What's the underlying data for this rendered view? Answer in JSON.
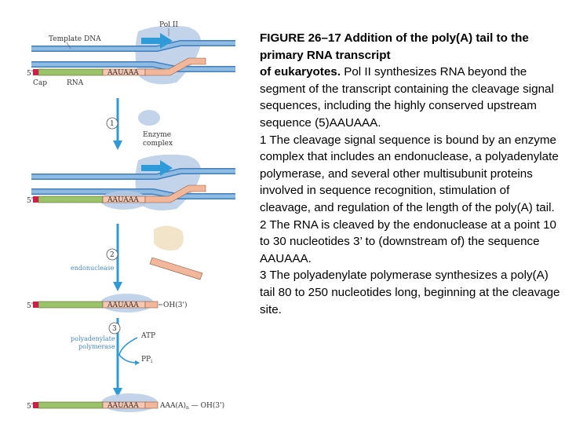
{
  "figure": {
    "labels": {
      "pol2": "Pol II",
      "template_dna": "Template DNA",
      "five_prime": "5'",
      "cap": "Cap",
      "rna": "RNA",
      "signal": "AAUAAA",
      "enzyme_complex_1": "Enzyme",
      "enzyme_complex_2": "complex",
      "endonuclease": "endonuclease",
      "oh3": "OH(3')",
      "polyadenylate_1": "polyadenylate",
      "polyadenylate_2": "polymerase",
      "atp": "ATP",
      "ppi": "PP",
      "ppi_sub": "i",
      "tail_aaa": "AAA(A)",
      "tail_n": "n",
      "tail_oh": "OH(3')"
    },
    "steps": [
      "1",
      "2",
      "3"
    ]
  },
  "caption": {
    "title_line1": "FIGURE 26–17 Addition of the poly(A) tail to the primary RNA transcript",
    "title_line2": "of eukaryotes.",
    "intro": " Pol II synthesizes RNA beyond the segment of the transcript containing the cleavage signal sequences, including the highly conserved upstream sequence (5)AAUAAA.",
    "step1": "1 The cleavage signal sequence is bound by an enzyme complex that includes an endonuclease, a polyadenylate polymerase, and several other multisubunit proteins involved in sequence recognition, stimulation of cleavage, and regulation of the length of the poly(A) tail.",
    "step2": "2 The RNA is cleaved by the endonuclease at a point 10 to 30 nucleotides 3’ to (downstream of) the sequence AAUAAA.",
    "step3": "3 The polyadenylate polymerase synthesizes a poly(A) tail 80 to 250 nucleotides long, beginning at the cleavage site."
  },
  "colors": {
    "dna": "#8fbbe3",
    "dna_edge": "#3f7fbf",
    "rna_green": "#9bc36a",
    "rna_salmon": "#f2b69a",
    "cap": "#d21d4a",
    "signal": "#f6c8b3",
    "enzyme": "#f1e4c8",
    "complex": "#b9cbe6",
    "arrow": "#2e9bd8"
  }
}
